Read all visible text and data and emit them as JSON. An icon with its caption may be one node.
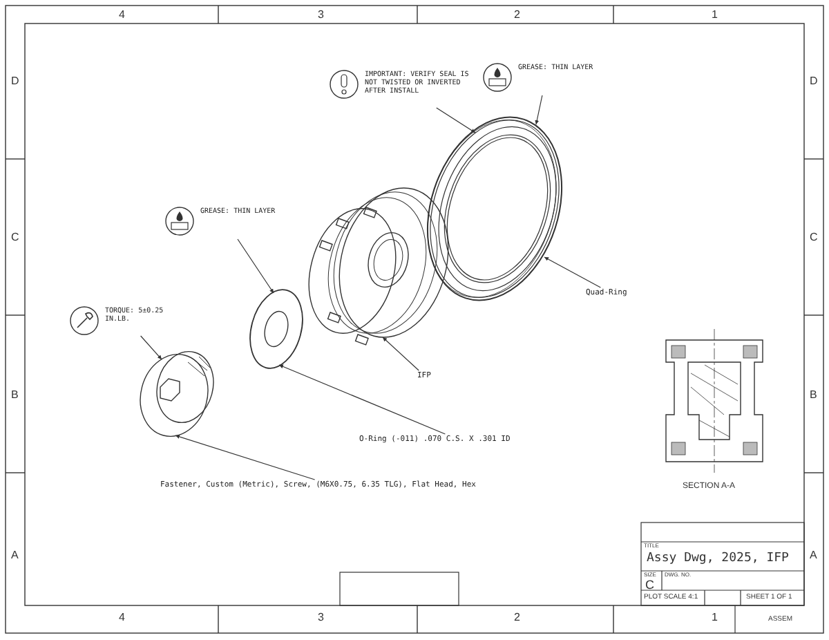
{
  "diagram": {
    "nodes": [
      {
        "text": [
          "IMPORTANT: VERIFY SEAL IS NOT TWISTED OR INVERTED AFTER INSTALL"
        ]
      },
      {
        "text": [
          "GREASE: THIN LAYER"
        ]
      },
      {
        "text": [
          "GREASE: THIN LAYER"
        ]
      },
      {
        "text": [
          "TORQUE: 5±0.25 IN.LB."
        ]
      },
      {
        "text": [
          "Quad-Ring"
        ]
      },
      {
        "text": [
          "IFP"
        ]
      },
      {
        "text": [
          "O-Ring (-011) .070 C.S. X .301 ID"
        ]
      },
      {
        "text": [
          "Fastener, Custom (Metric), Screw, (M6X0.75, 6.35 TLG), Flat Head, Hex"
        ]
      },
      {
        "text": [],
        "shape": "picture"
      },
      {
        "text": [],
        "shape": "picture"
      },
      {
        "text": [],
        "shape": "picture"
      },
      {
        "text": [],
        "shape": "picture"
      }
    ],
    "edges": [
      {
        "from": 0,
        "to": 8,
        "arrow": "to"
      },
      {
        "from": 1,
        "to": 8,
        "arrow": "to"
      },
      {
        "from": 4,
        "to": 8,
        "arrow": "to"
      },
      {
        "from": 2,
        "to": 10,
        "arrow": "to"
      },
      {
        "from": 5,
        "to": 9,
        "arrow": "to"
      },
      {
        "from": 6,
        "to": 10,
        "arrow": "to"
      },
      {
        "from": 3,
        "to": 11,
        "arrow": "to"
      },
      {
        "from": 7,
        "to": 11,
        "arrow": "to"
      }
    ],
    "labels": [
      "4",
      "3",
      "2",
      "1",
      "D",
      "D",
      "C",
      "C",
      "B",
      "B",
      "SECTION A-A",
      "TITLE",
      "Assy Dwg, 2025, IFP",
      "A",
      "A",
      "SIZE",
      "DWG. NO.",
      "C",
      "PLOT SCALE 4:1",
      "SHEET 1 OF 1",
      "4",
      "3",
      "2",
      "1",
      "ASSEM"
    ]
  }
}
